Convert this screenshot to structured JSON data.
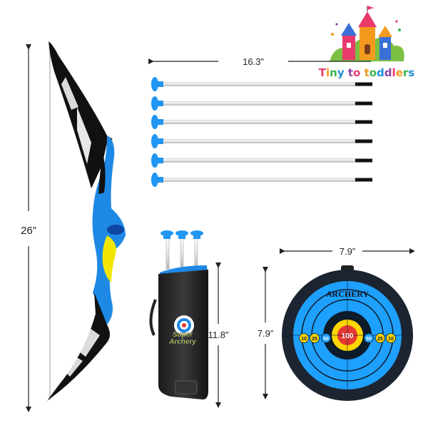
{
  "brand": {
    "name": "Tiny to toddlers",
    "letters": [
      "T",
      "i",
      "n",
      "y",
      " ",
      "t",
      "o",
      " ",
      "t",
      "o",
      "d",
      "d",
      "l",
      "e",
      "r",
      "s"
    ],
    "letter_colors": [
      "#e83a6b",
      "#f39a1e",
      "#3bb54a",
      "#1f8fd6",
      "#000000",
      "#8e44ad",
      "#e83a6b",
      "#000000",
      "#f39a1e",
      "#3bb54a",
      "#1f8fd6",
      "#8e44ad",
      "#e83a6b",
      "#f39a1e",
      "#3bb54a",
      "#1f8fd6"
    ]
  },
  "dimensions": {
    "bow_height": "26”",
    "arrow_length": "16.3”",
    "quiver_height": "11.8”",
    "target_width": "7.9”",
    "target_height": "7.9”"
  },
  "quiver": {
    "badge_line1": "Super",
    "badge_line2": "Archery"
  },
  "target": {
    "title": "ARCHERY",
    "bullseye": "100",
    "ring_labels_left": [
      "10",
      "25",
      "50"
    ],
    "ring_labels_right": [
      "50",
      "25",
      "10"
    ]
  },
  "colors": {
    "bow_blue": "#1e88e5",
    "bow_black": "#111111",
    "grip_yellow": "#f2e600",
    "suction_blue": "#2196f3",
    "target_blue": "#1ea0ff",
    "target_dark": "#0d1b2a",
    "bullseye_red": "#e53935",
    "ring_yellow": "#ffd600"
  }
}
